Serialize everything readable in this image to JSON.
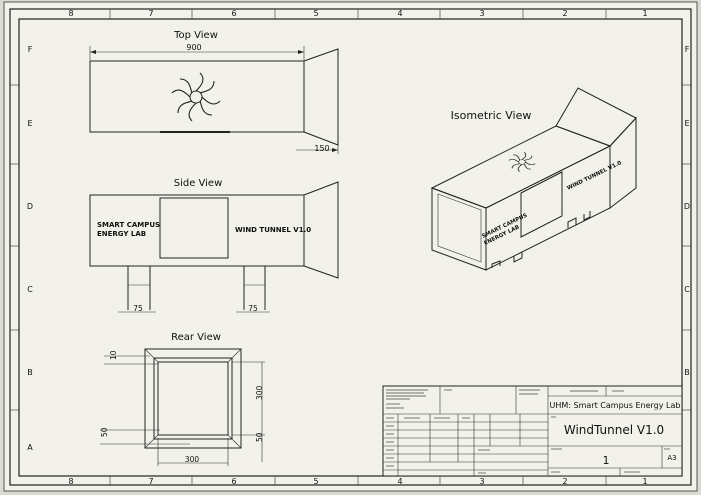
{
  "sheet": {
    "col_labels": [
      "8",
      "7",
      "6",
      "5",
      "4",
      "3",
      "2",
      "1"
    ],
    "row_labels": [
      "F",
      "E",
      "D",
      "C",
      "B",
      "A"
    ]
  },
  "views": {
    "top": {
      "title": "Top View",
      "dim_length": "900",
      "dim_diffuser": "150"
    },
    "side": {
      "title": "Side View",
      "left_label_line1": "SMART CAMPUS",
      "left_label_line2": "ENERGY LAB",
      "right_label": "WIND TUNNEL V1.0",
      "dim_leg_left": "75",
      "dim_leg_right": "75"
    },
    "rear": {
      "title": "Rear View",
      "dim_top_offset": "10",
      "dim_height": "300",
      "dim_side_offset": "50",
      "dim_right_bottom": "50",
      "dim_width": "300"
    },
    "iso": {
      "title": "Isometric View",
      "left_label_line1": "SMART CAMPUS",
      "left_label_line2": "ENERGY LAB",
      "right_label": "WIND TUNNEL V1.0"
    }
  },
  "title_block": {
    "company": "UHM: Smart Campus Energy Lab",
    "drawing_title": "WindTunnel V1.0",
    "sheet": "1",
    "size": "A3"
  }
}
